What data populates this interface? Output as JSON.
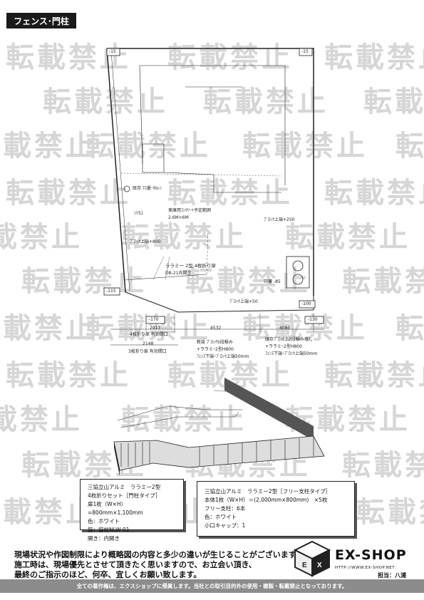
{
  "category_tag": "フェンス･門柱",
  "watermark_text": "転載禁止",
  "plan_labels": {
    "corner_tl": "-15",
    "corner_tr": "-15",
    "corner_left": "-115",
    "corner_bottom_left": "-170",
    "corner_bottom_right": "-100",
    "corner_bottom_right2": "-130",
    "meter": "既存 ﾏｽ量ｰﾀﾙﾚｼ",
    "dim_left": "ｼﾃ5ﾕ",
    "parking_note": "車庫用ｺﾝｸﾘｰﾄ予定範囲",
    "parking_size": "2.6M×6M",
    "block_left": "ﾌﾞﾛｯｸ上端+800",
    "block_right": "ﾌﾞﾛｯｸ上端+250",
    "fence_name": "ララミー 2型  4枚折り扉",
    "fence_sub": "DB-21内開き",
    "manhole": "ﾏｽ蓋 -85",
    "block_bottom": "ﾌﾞﾛｯｸ上端+50",
    "dim_2017": "2017",
    "dim_4532": "4532",
    "dim_4080": "4080",
    "dim_2148": "2148",
    "gate_note1": "4枚折り扉 有効間口",
    "gate_note2": "3枚折り扉 有効間口",
    "new_block": "新設 ﾌﾞﾛｯｸ5段積み",
    "new_block2": "+ララミｰ2型H800",
    "new_block3": "ﾌｪﾝｽ下端ｰﾌﾞﾛｯｸ上端50mm",
    "exist_block": "既存ﾌﾞﾛｯｸ上2段積み増し",
    "exist_block2": "+ララミｰ2型H800",
    "exist_block3": "ﾌｪﾝｽ下端ｰﾌﾞﾛｯｸ上端50mm"
  },
  "spec_gate": {
    "line1": "三協立山アルミ　ララミー2型",
    "line2": "4枚折りセット［門柱タイプ］",
    "line3": "扉1枚（W×H）=800mm×1,100mm",
    "line4": "色：ホワイト",
    "line5": "錠：錠前NLW-01",
    "line6": "開き：内開き"
  },
  "spec_fence": {
    "line1": "三協立山アルミ　ララミー2型［フリー支柱タイプ］",
    "line2": "本体1枚（W×H）＝(2,000mm×800mm)　×5枚",
    "line3": "フリー支柱：6本",
    "line4": "色：ホワイト",
    "line5": "小口キャップ：1"
  },
  "notice": {
    "line1": "現場状況や作図制限により概略図の内容と多少の違いが生じることがございます。",
    "line2": "施工時は、現場優先とさせて頂きたく思いますので、お立会い頂き、",
    "line3": "最終のご指示のほど、何卒、宜しくお願い致します。"
  },
  "brand": {
    "name": "EX-SHOP",
    "url": "HTTP://WWW.EX-SHOP.NET",
    "staff": "担当：八浦"
  },
  "footer": "全ての著作権は、エクスショップに帰属します。当社との取引目的外の使用・複製・転載禁止となっております。"
}
